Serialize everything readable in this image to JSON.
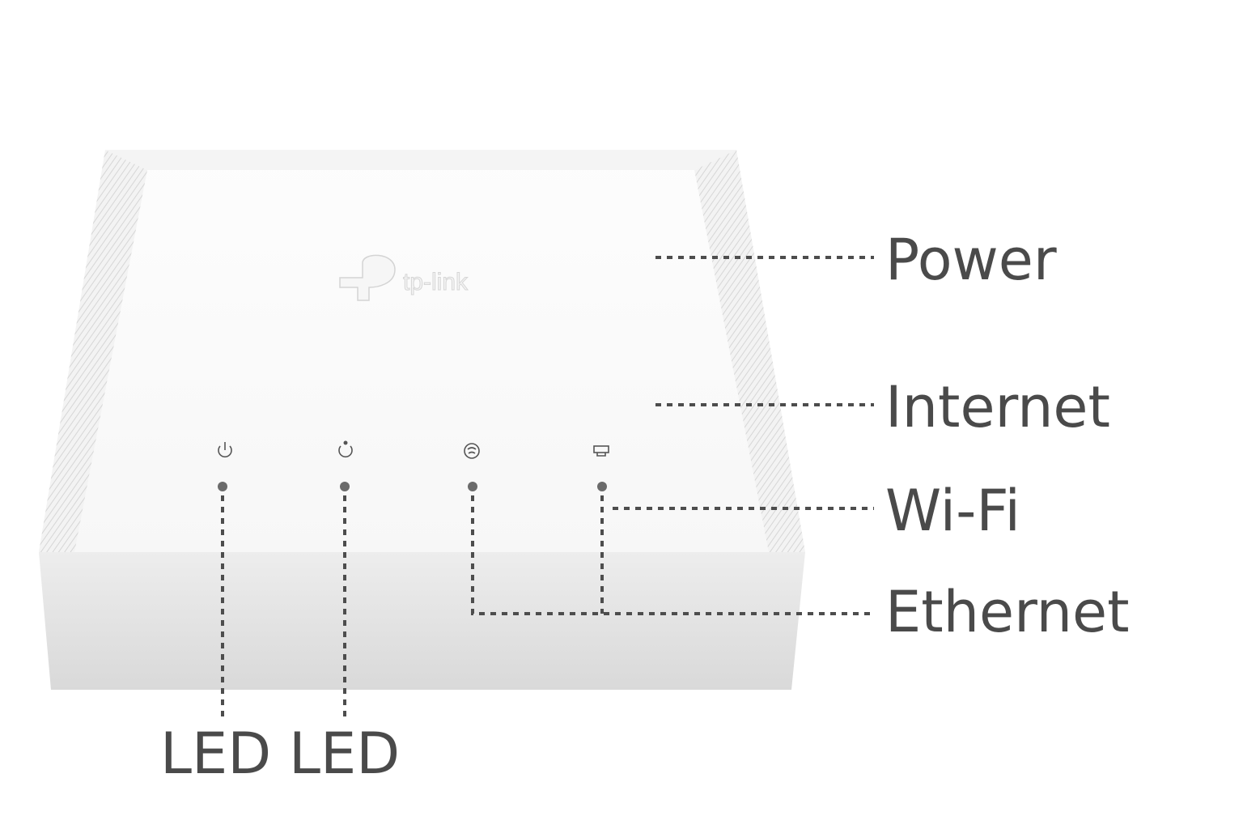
{
  "device": {
    "brand_logo": "tp-link"
  },
  "callouts": {
    "power": "Power",
    "internet": "Internet",
    "wifi": "Wi-Fi",
    "ethernet": "Ethernet",
    "led_left": "LED",
    "led_right": "LED"
  },
  "leds": [
    {
      "icon": "power-icon"
    },
    {
      "icon": "internet-icon"
    },
    {
      "icon": "wifi-icon"
    },
    {
      "icon": "ethernet-icon"
    }
  ],
  "colors": {
    "text": "#4a4a4a",
    "led_dot": "#6b6b6b"
  }
}
